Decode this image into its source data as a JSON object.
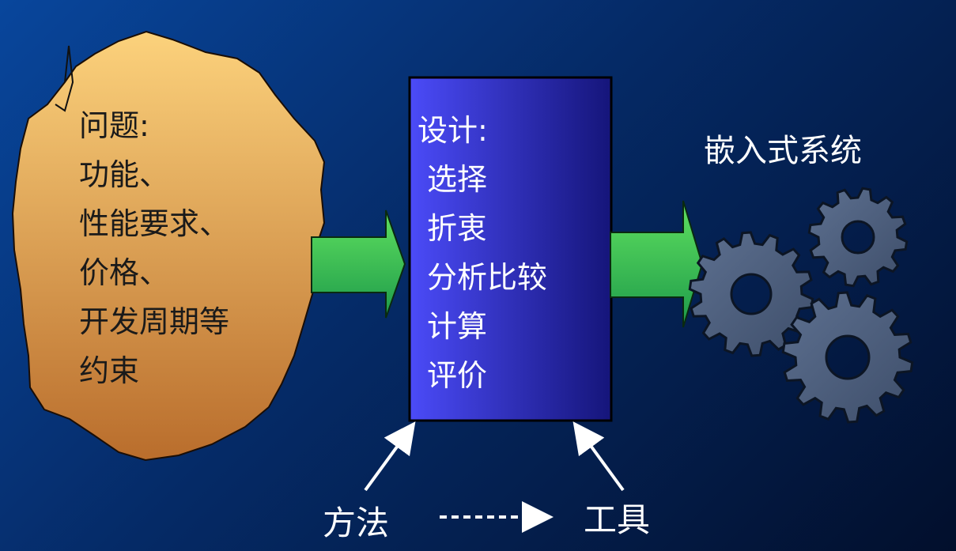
{
  "problem": {
    "heading": "问题:",
    "lines": [
      "功能、",
      "性能要求、",
      "价格、",
      "开发周期等",
      "约束"
    ]
  },
  "design": {
    "heading": "设计:",
    "steps": [
      "选择",
      "折衷",
      "分析比较",
      "计算",
      "评价"
    ]
  },
  "result_label": "嵌入式系统",
  "method_label": "方法",
  "tool_label": "工具",
  "colors": {
    "blob_top": "#fcd27c",
    "blob_bottom": "#b96d2c",
    "box_left": "#4b4bf8",
    "box_right": "#15157a",
    "arrow_light": "#5fe05f",
    "arrow_dark": "#1d9a4a",
    "gear": "#4d5f7e",
    "text_light": "#ffffff",
    "text_dark": "#1a1a1a"
  },
  "icons": [
    "gear-icon",
    "gear-icon",
    "gear-icon"
  ]
}
